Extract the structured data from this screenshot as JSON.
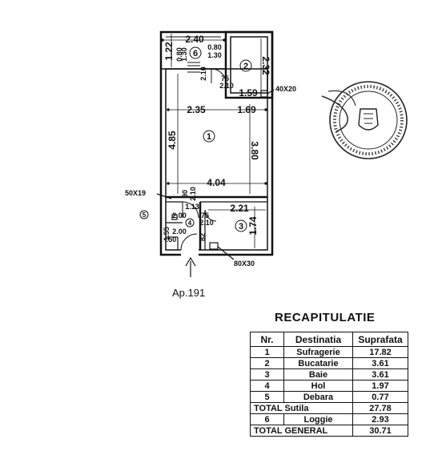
{
  "plan": {
    "apartment_label": "Ap.191",
    "rooms": [
      {
        "number": "1"
      },
      {
        "number": "2"
      },
      {
        "number": "3"
      },
      {
        "number": "4"
      },
      {
        "number": "5"
      },
      {
        "number": "6"
      }
    ],
    "dimensions": {
      "d_2_40": "2.40",
      "d_1_22": "1.22",
      "d_0_80": "0.80",
      "d_1_30": "1.30",
      "d_1_30b": "1.30",
      "d_0_80b": "0.80",
      "d_2_32": "2.32",
      "d_2_10a": "2.10",
      "d_75a": "75",
      "d_1_59": "1.59",
      "d_40x20": "40X20",
      "d_2_35": "2.35",
      "d_1_69": "1.69",
      "d_4_85": "4.85",
      "d_3_80": "3.80",
      "d_4_04": "4.04",
      "d_50x19": "50X19",
      "d_90": "90",
      "d_2_10b": "2.10",
      "d_1_13": "1.13",
      "d_2_21": "2.21",
      "d_2_00a": "2.00",
      "d_75b": "75",
      "d_1_74": "1.74",
      "d_2_10c": "2.10",
      "d_1_55": "1.55",
      "d_2_00b": "2.00",
      "d_50": ".50",
      "d_82": "82",
      "d_80x30": "80X30"
    }
  },
  "stamp": {
    "ring_text": "AGENTIA NATIONALA DE CADASTRU SI PUBLICITATE IMOBILIARA • OFICIUL DE CADASTRU SI PUBLICITATE IMOBILIARA BUCURESTI • DIRECTOR"
  },
  "recap": {
    "title": "RECAPITULATIE",
    "headers": {
      "nr": "Nr.",
      "destinatia": "Destinatia",
      "suprafata": "Suprafata"
    },
    "rows": [
      {
        "nr": "1",
        "destinatia": "Sufragerie",
        "suprafata": "17.82"
      },
      {
        "nr": "2",
        "destinatia": "Bucatarie",
        "suprafata": "3.61"
      },
      {
        "nr": "3",
        "destinatia": "Baie",
        "suprafata": "3.61"
      },
      {
        "nr": "4",
        "destinatia": "Hol",
        "suprafata": "1.97"
      },
      {
        "nr": "5",
        "destinatia": "Debara",
        "suprafata": "0.77"
      }
    ],
    "total_utila": {
      "label": "TOTAL Sutila",
      "value": "27.78"
    },
    "loggia": {
      "nr": "6",
      "destinatia": "Loggie",
      "suprafata": "2.93"
    },
    "total_general": {
      "label": "TOTAL GENERAL",
      "value": "30.71"
    }
  }
}
